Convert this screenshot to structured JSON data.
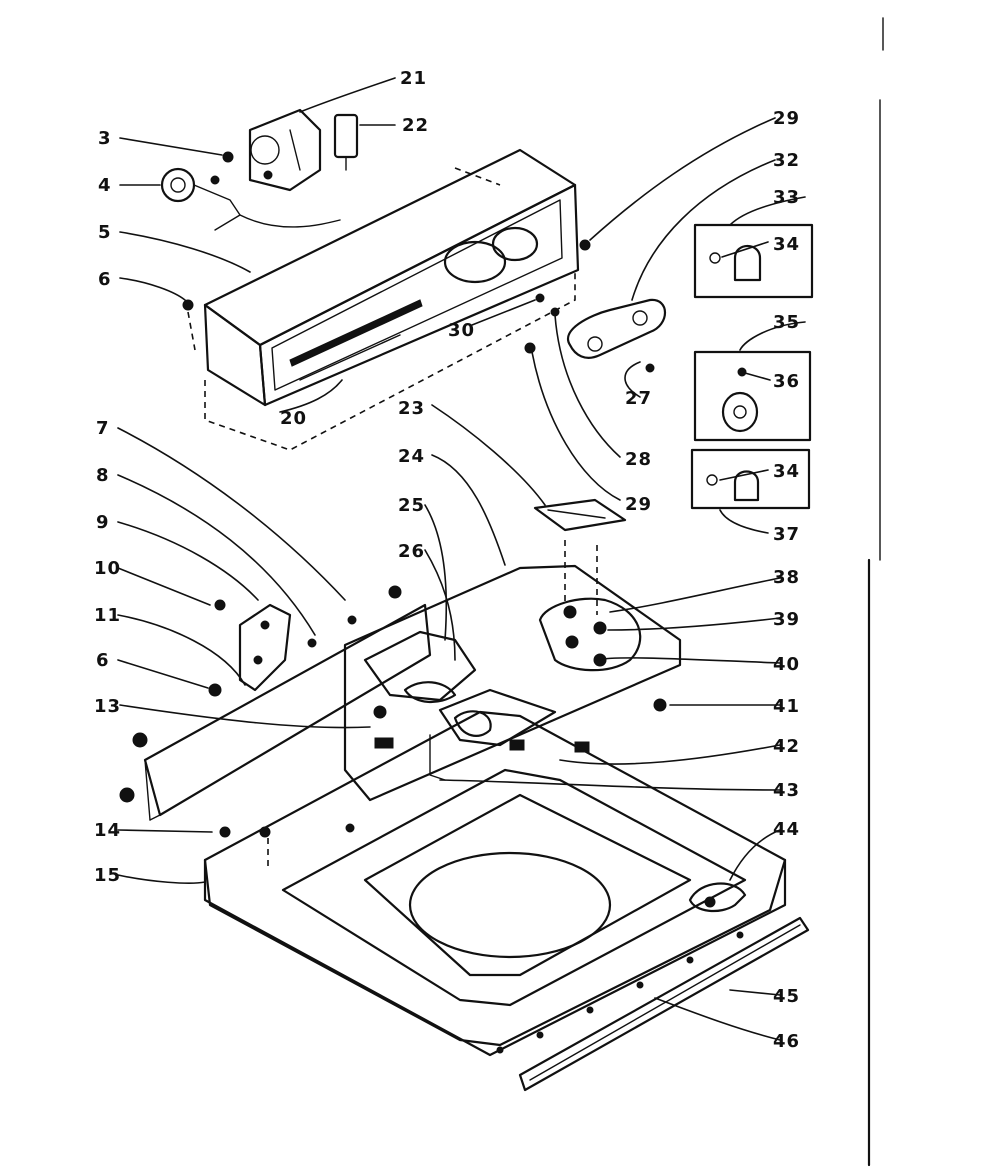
{
  "diagram": {
    "callouts": {
      "c3": "3",
      "c4": "4",
      "c5": "5",
      "c6a": "6",
      "c20": "20",
      "c21": "21",
      "c22": "22",
      "c23": "23",
      "c24": "24",
      "c25": "25",
      "c26": "26",
      "c27": "27",
      "c28": "28",
      "c29a": "29",
      "c29b": "29",
      "c30": "30",
      "c32": "32",
      "c33": "33",
      "c34a": "34",
      "c34b": "34",
      "c35": "35",
      "c36": "36",
      "c37": "37",
      "c38": "38",
      "c39": "39",
      "c40": "40",
      "c41": "41",
      "c42": "42",
      "c43": "43",
      "c44": "44",
      "c45": "45",
      "c46": "46",
      "c7": "7",
      "c8": "8",
      "c9": "9",
      "c10": "10",
      "c11": "11",
      "c6b": "6",
      "c13": "13",
      "c14": "14",
      "c15": "15"
    }
  }
}
